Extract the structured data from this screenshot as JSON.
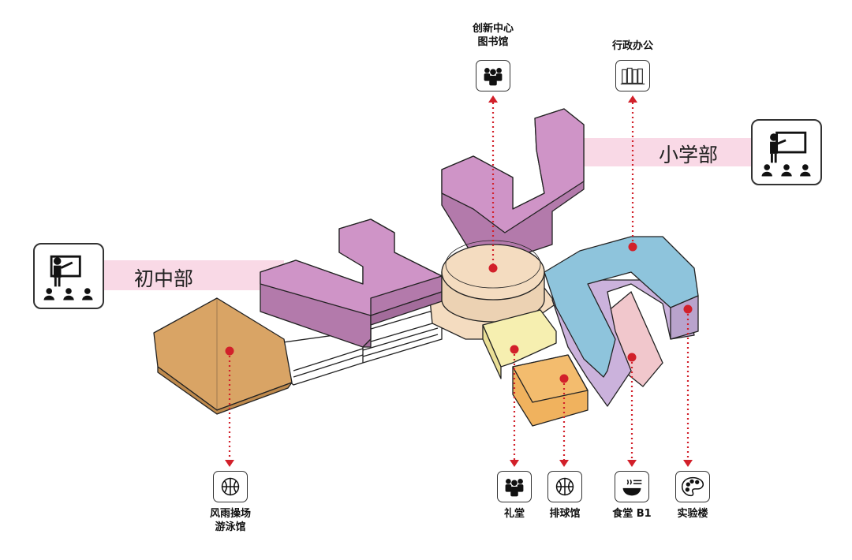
{
  "labels": {
    "library_line1": "创新中心",
    "library_line2": "图书馆",
    "admin": "行政办公",
    "primary": "小学部",
    "middle": "初中部",
    "playground_line1": "风雨操场",
    "playground_line2": "游泳馆",
    "auditorium": "礼堂",
    "volleyball": "排球馆",
    "canteen": "食堂 B1",
    "lab": "实验楼"
  },
  "colors": {
    "purple_block": "#cf94c7",
    "purple_side": "#b37aab",
    "blue_block": "#8ec4dc",
    "lavender": "#cbb2dc",
    "rotunda": "#f4dcc0",
    "orange_block": "#d9a465",
    "orange_light": "#f0b25e",
    "yellow_block": "#f6efb0",
    "pink_ramp": "#f1c7cc",
    "ribbon": "#f9d9e6",
    "marker": "#d2202a"
  },
  "icons": [
    "people-group-icon",
    "bookshelf-icon",
    "teacher-board-icon",
    "basketball-icon",
    "bowl-icon",
    "palette-icon"
  ]
}
